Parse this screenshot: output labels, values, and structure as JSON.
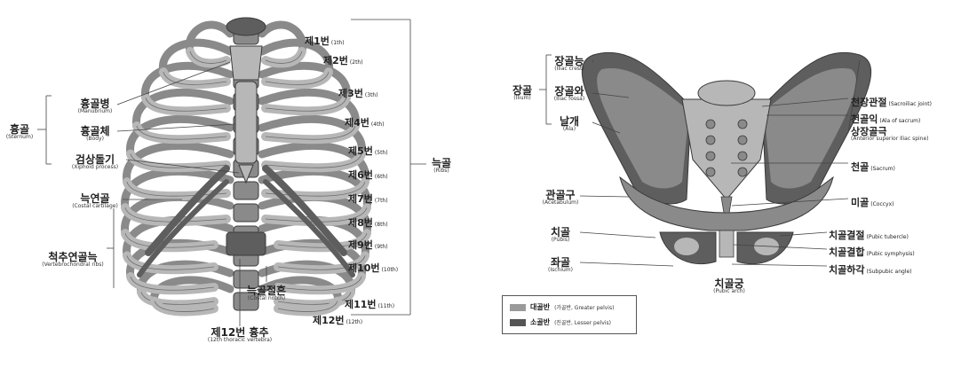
{
  "colors": {
    "bone_light": "#b7b7b7",
    "bone_mid": "#8a8a8a",
    "bone_dark": "#5e5e5e",
    "outline": "#3a3a3a",
    "leader": "#444444",
    "greater_pelvis": "#9a9a9a",
    "lesser_pelvis": "#555555"
  },
  "ribcage": {
    "sternum_group": {
      "ko": "흉골",
      "en": "(Sternum)"
    },
    "manubrium": {
      "ko": "흉골병",
      "en": "(Manubrium)"
    },
    "body": {
      "ko": "흉골체",
      "en": "(Body)"
    },
    "xiphoid": {
      "ko": "검상돌기",
      "en": "(Xiphoid process)"
    },
    "costal_cartilage": {
      "ko": "늑연골",
      "en": "(Costal cartilage)"
    },
    "vertebrochondral": {
      "ko": "척추연골늑",
      "en": "(Vertebrochondral ribs)"
    },
    "costal_notch": {
      "ko": "늑골절흔",
      "en": "(Costal notch)"
    },
    "t12": {
      "ko": "제12번 흉추",
      "en": "(12th thoracic vertebra)"
    },
    "ribs_group": {
      "ko": "늑골",
      "en": "(Ribs)"
    },
    "ribs": [
      {
        "ko": "제1번",
        "en": "(1th)"
      },
      {
        "ko": "제2번",
        "en": "(2th)"
      },
      {
        "ko": "제3번",
        "en": "(3th)"
      },
      {
        "ko": "제4번",
        "en": "(4th)"
      },
      {
        "ko": "제5번",
        "en": "(5th)"
      },
      {
        "ko": "제6번",
        "en": "(6th)"
      },
      {
        "ko": "제7번",
        "en": "(7th)"
      },
      {
        "ko": "제8번",
        "en": "(8th)"
      },
      {
        "ko": "제9번",
        "en": "(9th)"
      },
      {
        "ko": "제10번",
        "en": "(10th)"
      },
      {
        "ko": "제11번",
        "en": "(11th)"
      },
      {
        "ko": "제12번",
        "en": "(12th)"
      }
    ]
  },
  "pelvis": {
    "ilium_group": {
      "ko": "장골",
      "en": "(Ilium)"
    },
    "iliac_crest": {
      "ko": "장골능",
      "en": "(Iliac crest)"
    },
    "iliac_fossa": {
      "ko": "장골와",
      "en": "(Iliac fossa)"
    },
    "ala": {
      "ko": "날개",
      "en": "(Ala)"
    },
    "acetabulum": {
      "ko": "관골구",
      "en": "(Acetabulum)"
    },
    "pubis": {
      "ko": "치골",
      "en": "(Pubis)"
    },
    "ischium": {
      "ko": "좌골",
      "en": "(Ischium)"
    },
    "sacroiliac": {
      "ko": "천장관절",
      "en": "(Sacroiliac joint)"
    },
    "ala_sacrum": {
      "ko": "천골익",
      "en": "(Ala of sacrum)"
    },
    "asis": {
      "ko": "상장골극",
      "en": "(Anterior superior Iliac spine)"
    },
    "sacrum": {
      "ko": "천골",
      "en": "(Sacrum)"
    },
    "coccyx": {
      "ko": "미골",
      "en": "(Coccyx)"
    },
    "pubic_tubercle": {
      "ko": "치골결절",
      "en": "(Pubic tubercle)"
    },
    "pubic_symphysis": {
      "ko": "치골결합",
      "en": "(Pubic symphysis)"
    },
    "subpubic_angle": {
      "ko": "치골하각",
      "en": "(Subpubic angle)"
    },
    "pubic_arch": {
      "ko": "치골궁",
      "en": "(Pubic arch)"
    },
    "legend": {
      "greater": {
        "ko": "대골반",
        "en": "(가골반, Greater pelvis)"
      },
      "lesser": {
        "ko": "소골반",
        "en": "(진골반, Lesser pelvis)"
      }
    }
  }
}
